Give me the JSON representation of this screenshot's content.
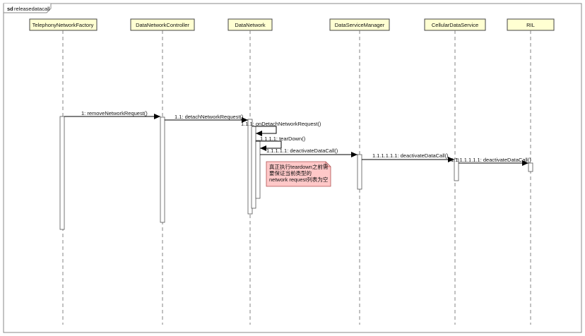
{
  "frame": {
    "keyword": "sd",
    "name": "releasedatacall"
  },
  "lifelines": [
    {
      "id": "tnf",
      "label": "TelephonyNetworkFactory"
    },
    {
      "id": "dnc",
      "label": "DataNetworkController"
    },
    {
      "id": "dn",
      "label": "DataNetwork"
    },
    {
      "id": "dsm",
      "label": "DataServiceManager"
    },
    {
      "id": "cds",
      "label": "CellularDataService"
    },
    {
      "id": "ril",
      "label": "RIL"
    }
  ],
  "messages": [
    {
      "label": "1: removeNetworkRequest()"
    },
    {
      "label": "1.1: detachNetworkRequest()"
    },
    {
      "label": "1.1.1: onDetachNetworkRequest()"
    },
    {
      "label": "1.1.1.1: tearDown()"
    },
    {
      "label": "1.1.1.1.1: deactivateDataCall()"
    },
    {
      "label": "1.1.1.1.1.1: deactivateDataCall()"
    },
    {
      "label": "1.1.1.1.1.1.1: deactivateDataCall()"
    }
  ],
  "note": {
    "lines": [
      "真正执行teardown之前需",
      "要保证当前类型的",
      "network request列表为空"
    ]
  },
  "colors": {
    "lifeline_header_fill": "#ffffd2",
    "note_fill": "#ffc8c8",
    "note_border": "#b05050",
    "frame_border": "#888888"
  }
}
